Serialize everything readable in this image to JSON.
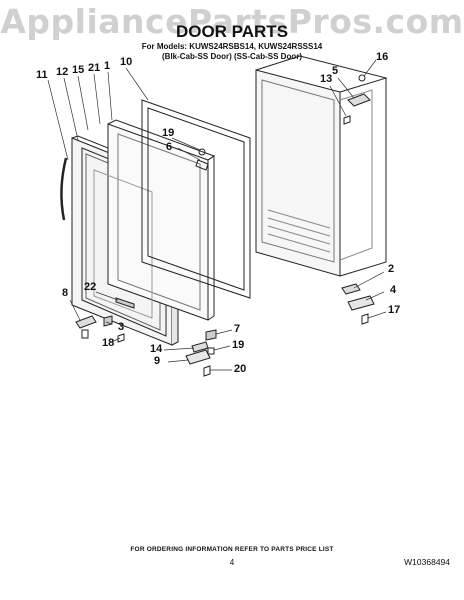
{
  "watermark": "AppliancePartsPros.com",
  "title": "DOOR PARTS",
  "models_line1": "For Models: KUWS24RSBS14, KUWS24RSSS14",
  "models_line2": "(Blk-Cab-SS Door) (SS-Cab-SS Door)",
  "callouts": [
    "11",
    "12",
    "15",
    "21",
    "1",
    "10",
    "19",
    "6",
    "8",
    "22",
    "3",
    "18",
    "16",
    "5",
    "13",
    "2",
    "4",
    "17",
    "7",
    "14",
    "19",
    "9",
    "20"
  ],
  "footer": "FOR ORDERING INFORMATION REFER TO PARTS PRICE LIST",
  "page_number": "4",
  "document_number": "W10368494"
}
